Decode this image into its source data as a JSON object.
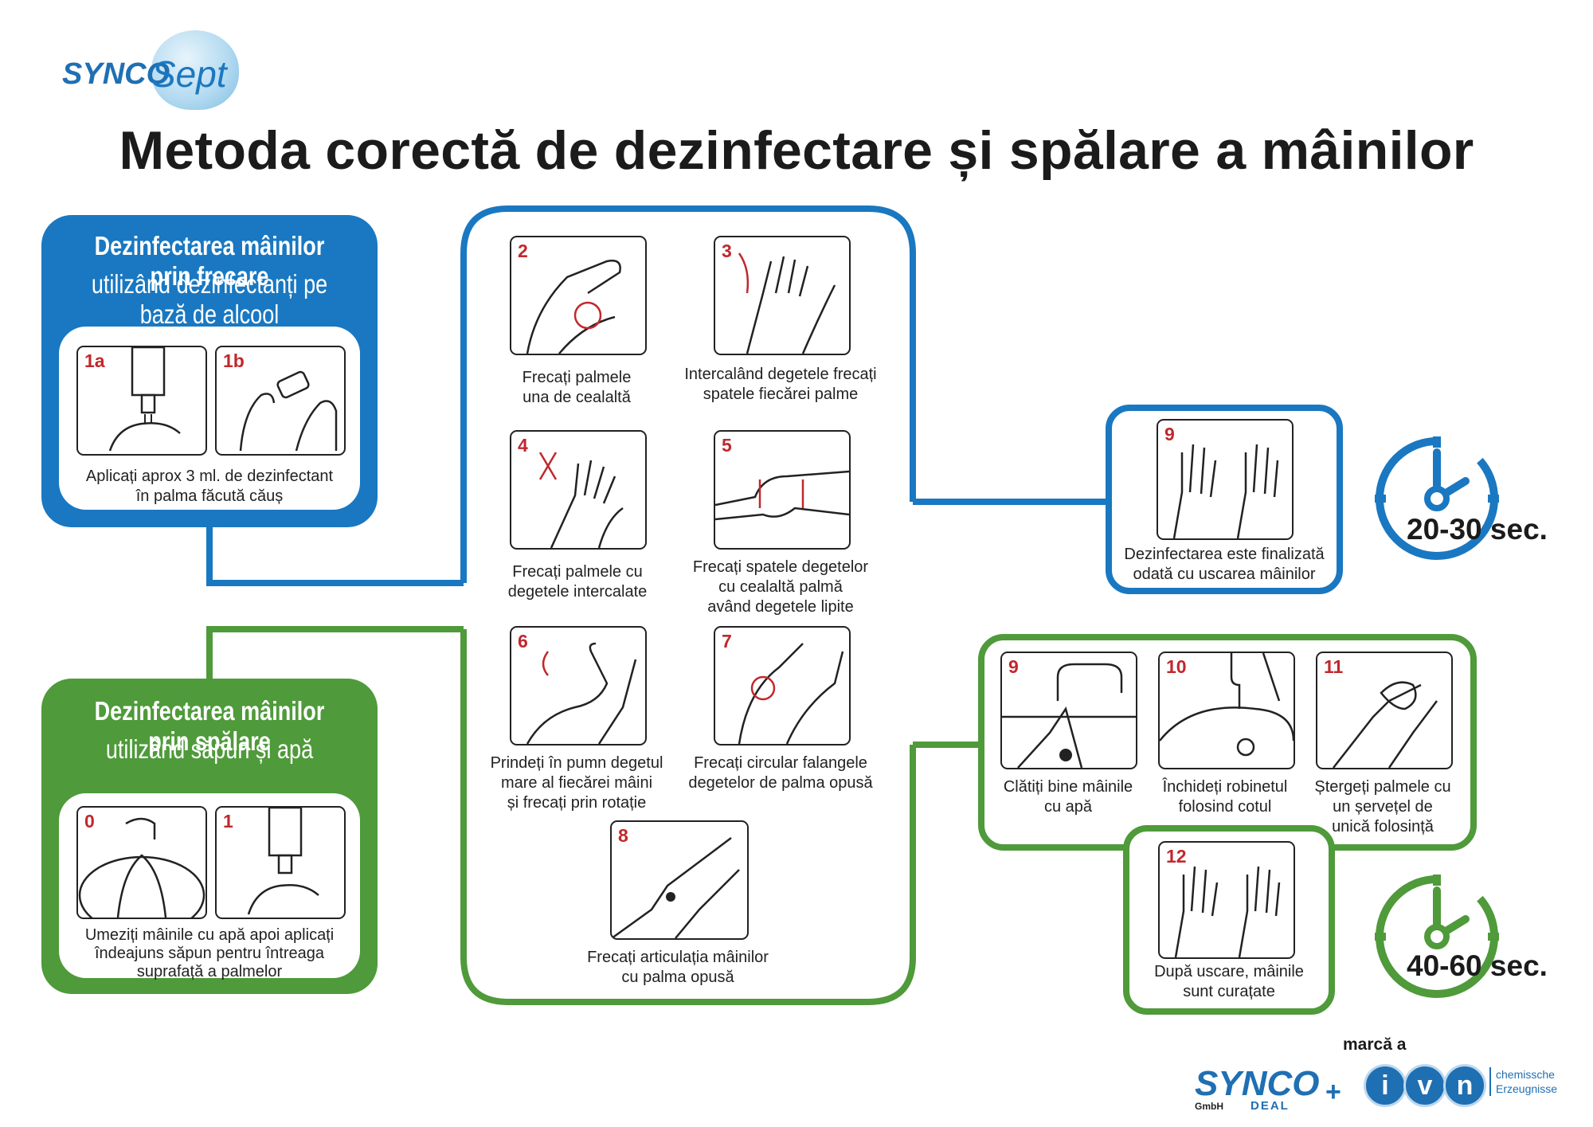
{
  "title": "Metoda corectă de dezinfectare și spălare a mâinilor",
  "logo": {
    "part1": "SYNCO",
    "part2": "Sept"
  },
  "rub_panel": {
    "heading": "Dezinfectarea mâinilor prin frecare",
    "subheading": "utilizând dezinfectanți pe bază de alcool",
    "images": [
      {
        "number": "1a"
      },
      {
        "number": "1b"
      }
    ],
    "caption_line1": "Aplicați aprox 3 ml. de dezinfectant",
    "caption_line2": "în palma făcută căuș"
  },
  "wash_panel": {
    "heading": "Dezinfectarea mâinilor prin spălare",
    "subheading": "utilizând săpun și apă",
    "images": [
      {
        "number": "0"
      },
      {
        "number": "1"
      }
    ],
    "caption_line1": "Umeziți mâinile cu apă apoi aplicați",
    "caption_line2": "îndeajuns săpun pentru întreaga",
    "caption_line3": "suprafață a palmelor"
  },
  "steps": [
    {
      "number": "2",
      "line1": "Frecați palmele",
      "line2": "una de cealaltă"
    },
    {
      "number": "3",
      "line1": "Intercalând degetele frecați",
      "line2": "spatele fiecărei palme"
    },
    {
      "number": "4",
      "line1": "Frecați palmele cu",
      "line2": "degetele intercalate"
    },
    {
      "number": "5",
      "line1": "Frecați spatele degetelor",
      "line2": "cu cealaltă palmă",
      "line3": "având degetele lipite"
    },
    {
      "number": "6",
      "line1": "Prindeți în pumn degetul",
      "line2": "mare al fiecărei mâini",
      "line3": "și frecați prin rotație"
    },
    {
      "number": "7",
      "line1": "Frecați circular falangele",
      "line2": "degetelor de palma opusă"
    },
    {
      "number": "8",
      "line1": "Frecați articulația mâinilor",
      "line2": "cu palma opusă"
    }
  ],
  "finish_rub": {
    "number": "9",
    "line1": "Dezinfectarea este finalizată",
    "line2": "odată cu uscarea mâinilor",
    "timer": "20-30 sec."
  },
  "finish_wash": {
    "steps": [
      {
        "number": "9",
        "line1": "Clătiți bine mâinile",
        "line2": "cu apă"
      },
      {
        "number": "10",
        "line1": "Închideți robinetul",
        "line2": "folosind cotul"
      },
      {
        "number": "11",
        "line1": "Ștergeți palmele cu",
        "line2": "un șervețel de",
        "line3": "unică folosință"
      }
    ],
    "final": {
      "number": "12",
      "line1": "După uscare, mâinile",
      "line2": "sunt curațate"
    },
    "timer": "40-60 sec."
  },
  "footer": {
    "brand_of": "marcă a",
    "synco": "SYNCO",
    "gmbh": "GmbH",
    "deal": "DEAL",
    "ivn_i": "i",
    "ivn_v": "v",
    "ivn_n": "n",
    "chem1": "chemissche",
    "chem2": "Erzeugnisse"
  },
  "colors": {
    "blue": "#1978c1",
    "green": "#4f9a3a",
    "number_red": "#c0282d"
  }
}
